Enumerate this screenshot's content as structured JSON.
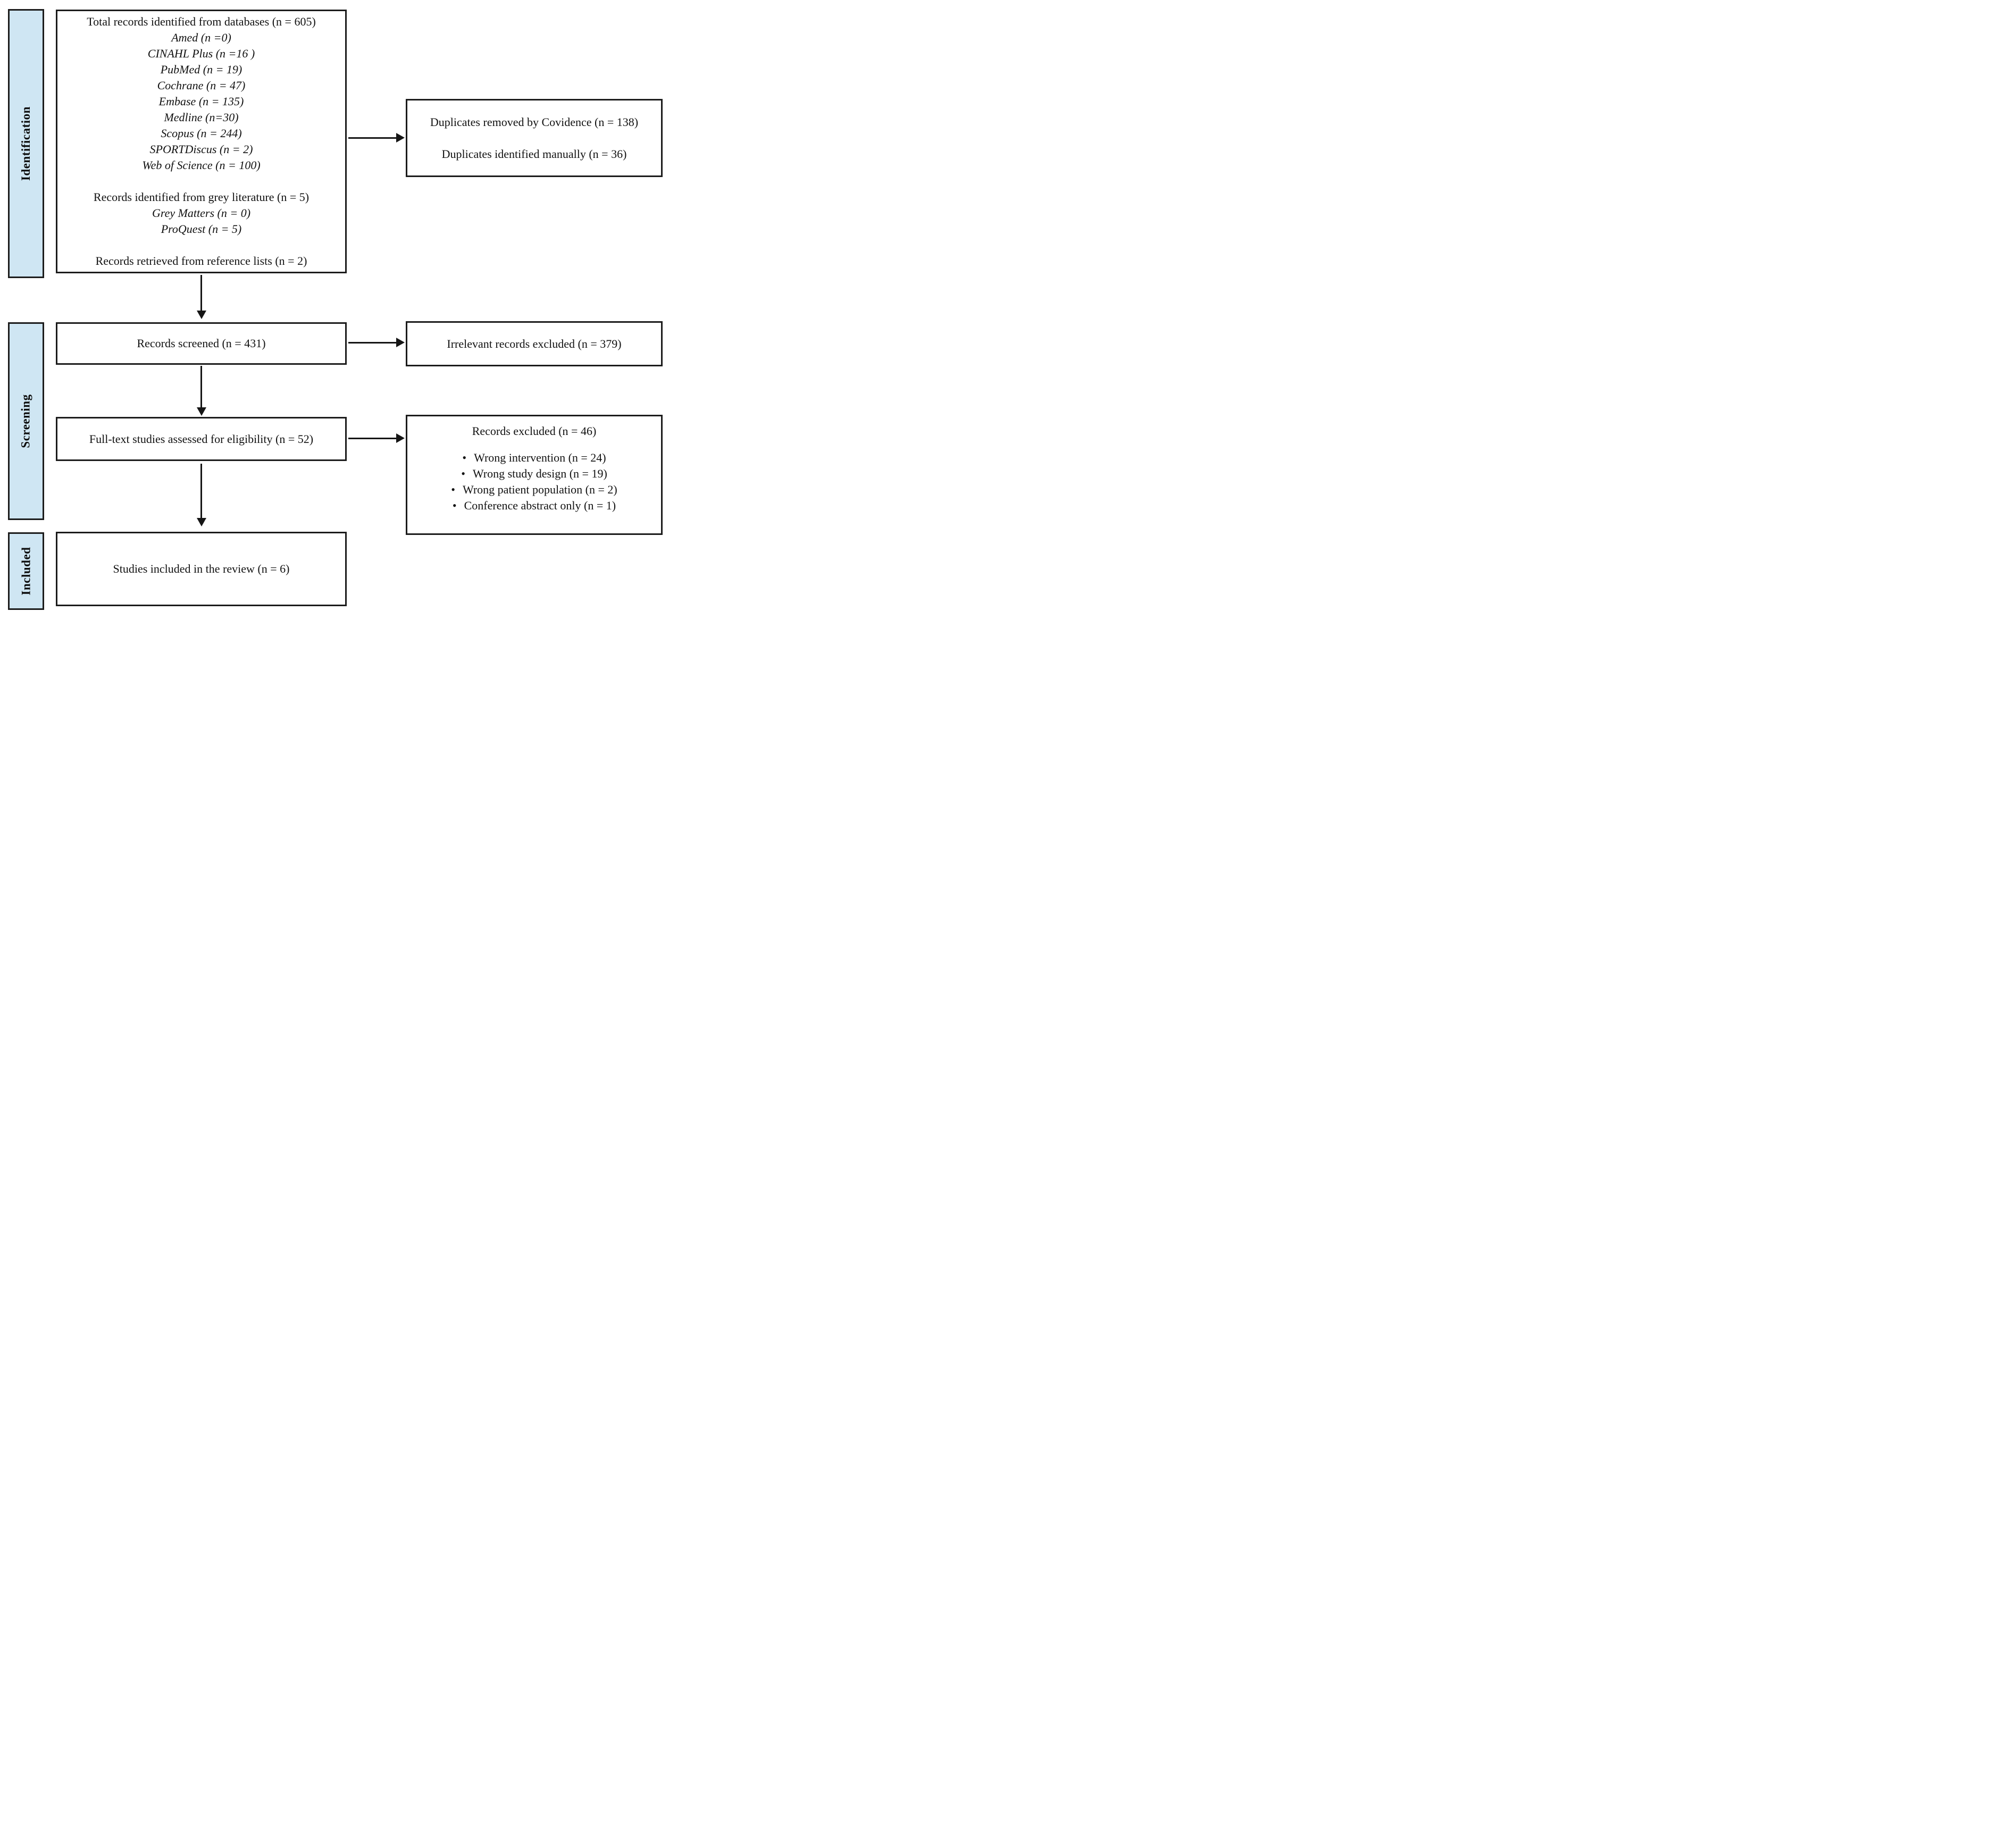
{
  "colors": {
    "stage_fill": "#cfe6f3",
    "border": "#1c1c1c",
    "text": "#111111",
    "background": "#ffffff"
  },
  "stages": {
    "identification": "Identification",
    "screening": "Screening",
    "included": "Included"
  },
  "identification_box": {
    "title": "Total records identified from databases (n = 605)",
    "databases": [
      "Amed (n =0)",
      "CINAHL Plus (n =16 )",
      "PubMed (n = 19)",
      "Cochrane (n = 47)",
      "Embase (n = 135)",
      "Medline (n=30)",
      "Scopus (n = 244)",
      "SPORTDiscus (n = 2)",
      "Web of Science (n = 100)"
    ],
    "grey_title": "Records identified from grey literature (n = 5)",
    "grey_sources": [
      "Grey Matters (n = 0)",
      "ProQuest (n = 5)"
    ],
    "reference_line": "Records retrieved from reference lists (n = 2)"
  },
  "duplicates_box": {
    "line1": "Duplicates removed by Covidence (n = 138)",
    "line2": "Duplicates identified manually (n = 36)"
  },
  "screened_box": {
    "label": "Records screened (n = 431)"
  },
  "irrelevant_box": {
    "label": "Irrelevant records excluded (n = 379)"
  },
  "fulltext_box": {
    "label": "Full-text studies assessed for eligibility (n = 52)"
  },
  "excluded_box": {
    "title": "Records excluded (n = 46)",
    "bullet_glyph": "•",
    "reasons": [
      "Wrong intervention (n = 24)",
      "Wrong study design (n = 19)",
      "Wrong patient population (n = 2)",
      "Conference abstract only (n = 1)"
    ]
  },
  "included_box": {
    "label": "Studies included in the review (n = 6)"
  }
}
